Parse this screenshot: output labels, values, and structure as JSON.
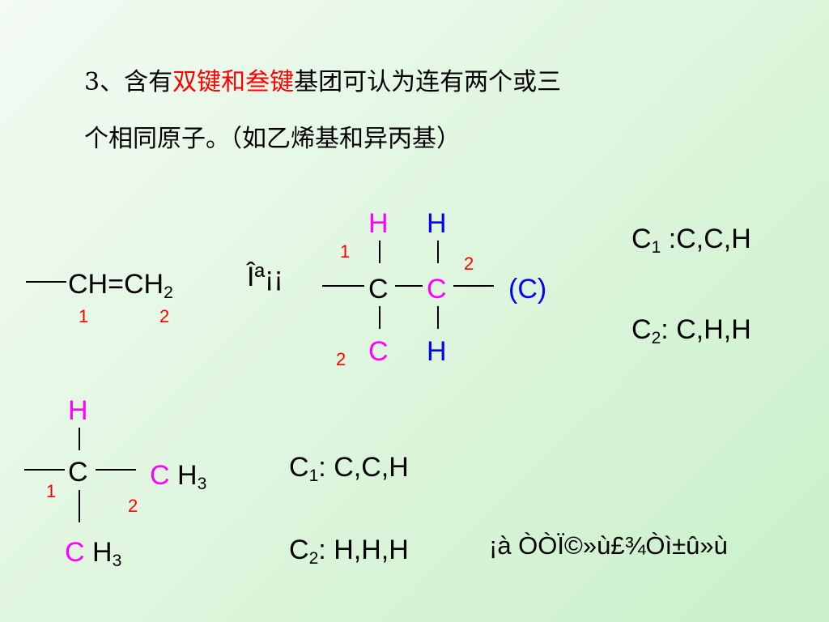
{
  "heading": {
    "line1_prefix": "3、含有",
    "line1_highlight": "双键和叁键",
    "line1_suffix": "基团可认为连有两个或三",
    "line2": "个相同原子。（如乙烯基和异丙基）"
  },
  "vinyl": {
    "ch": "CH",
    "eq": "=",
    "c": "C",
    "h": "H",
    "sub2": "2",
    "n1": "1",
    "n2": "2"
  },
  "arrow_text": "Îª¡¡",
  "expanded": {
    "h_top_left": "H",
    "h_top_right": "H",
    "c_left": "C",
    "c_right": "C",
    "c_bottom": "C",
    "h_bottom": "H",
    "paren_c": "(C)",
    "n1": "1",
    "n2_right": "2",
    "n2_bottom": "2"
  },
  "right_list_top": {
    "c1_label": "C",
    "c1_sub": "1",
    "c1_text": " :C,C,H",
    "c2_label": "C",
    "c2_sub": "2",
    "c2_text": ": C,H,H"
  },
  "isopropyl": {
    "h_top": "H",
    "c_center": "C",
    "c_right": "C",
    "h_right": "H",
    "sub_right": "3",
    "c_bottom": "C",
    "h_bottom": "H",
    "sub_bottom": "3",
    "n1": "1",
    "n2": "2"
  },
  "lower_list": {
    "c1_label": "C",
    "c1_sub": "1",
    "c1_text": ": C,C,H",
    "c2_label": "C",
    "c2_sub": "2",
    "c2_text": ": H,H,H"
  },
  "footer_text": "¡à ÒÒÏ©»ù£¾Òì±û»ù"
}
